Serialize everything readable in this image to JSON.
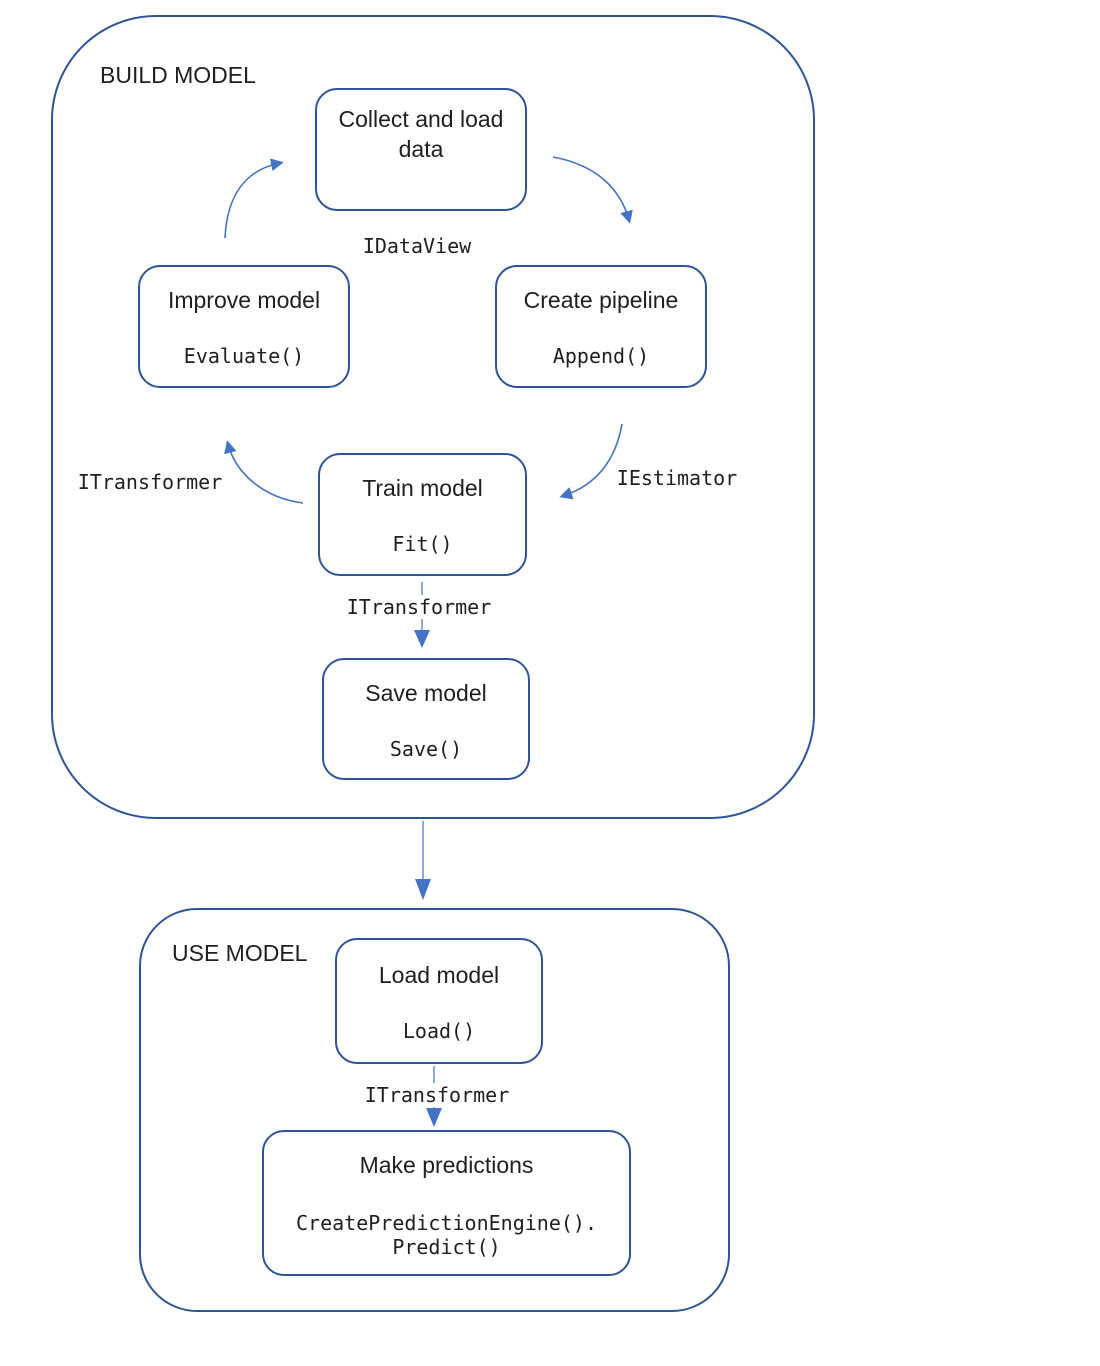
{
  "colors": {
    "box_border": "#2f5496",
    "arrow": "#4472c4",
    "arrow_light": "#8faadc",
    "text": "#1f1f1f",
    "background": "#ffffff"
  },
  "sections": {
    "build": {
      "label": "BUILD MODEL"
    },
    "use": {
      "label": "USE MODEL"
    }
  },
  "nodes": {
    "collect": {
      "title": "Collect and load data"
    },
    "improve": {
      "title": "Improve model",
      "code": "Evaluate()"
    },
    "pipeline": {
      "title": "Create pipeline",
      "code": "Append()"
    },
    "train": {
      "title": "Train model",
      "code": "Fit()"
    },
    "save": {
      "title": "Save model",
      "code": "Save()"
    },
    "load": {
      "title": "Load model",
      "code": "Load()"
    },
    "predict": {
      "title": "Make predictions",
      "code": "CreatePredictionEngine().\nPredict()"
    }
  },
  "edge_labels": {
    "idataview": "IDataView",
    "iestimator": "IEstimator",
    "itransformer_improve_collect": "ITransformer",
    "itransformer_train_save": "ITransformer",
    "itransformer_load_predict": "ITransformer"
  }
}
